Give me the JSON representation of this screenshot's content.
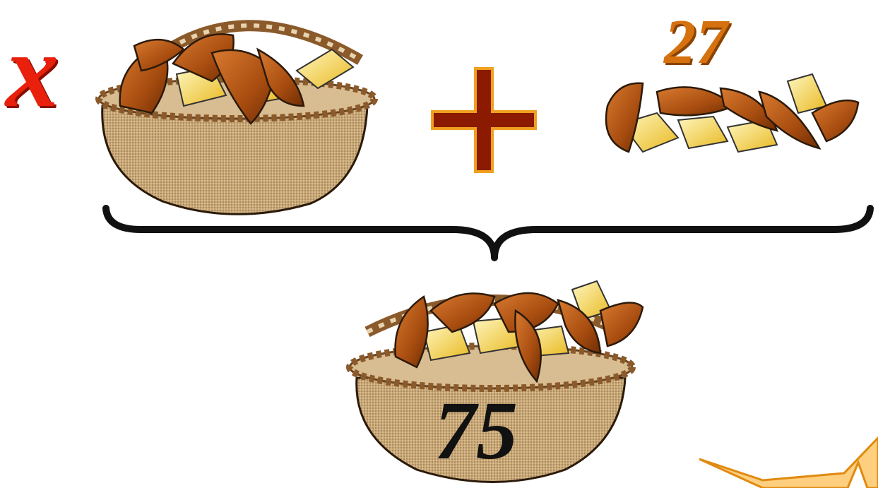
{
  "equation": {
    "unknown_label": "x",
    "added_label": "27",
    "total_label": "75"
  },
  "colors": {
    "unknown": "#e8200c",
    "added": "#d5720f",
    "plus": "#8b1a00",
    "brace": "#111111",
    "basket": "#b08a5a",
    "bread": "#a84d10",
    "cheese": "#f5d54a"
  }
}
